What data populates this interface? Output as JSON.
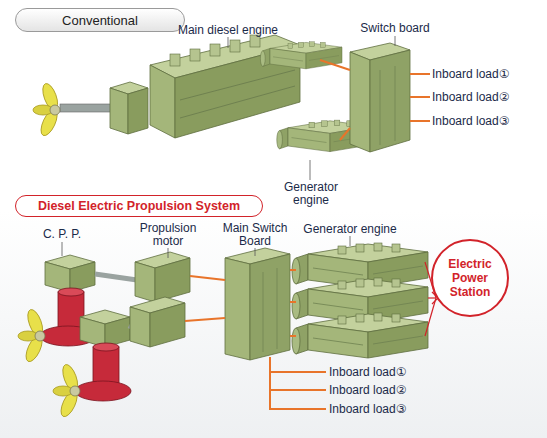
{
  "diagram": {
    "nodes": [
      {
        "text": [
          "Conventional"
        ]
      },
      {
        "text": [
          "Diesel Electric Propulsion System"
        ]
      },
      {
        "text": [
          "Electric Power Station"
        ]
      }
    ],
    "labels": [
      "Main diesel engine",
      "Switch board",
      "Inboard load①",
      "Inboard load②",
      "Inboard load③",
      "Generator engine",
      "C. P. P.",
      "Propulsion motor",
      "Main Switch Board",
      "Generator engine",
      "Inboard load①",
      "Inboard load②",
      "Inboard load③"
    ]
  }
}
